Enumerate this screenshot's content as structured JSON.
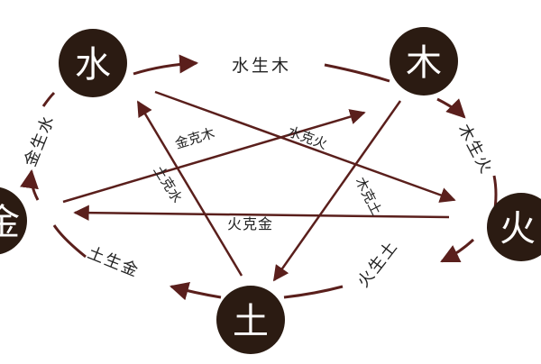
{
  "elements": {
    "water": "水",
    "wood": "木",
    "fire": "火",
    "earth": "土",
    "metal": "金"
  },
  "generating": {
    "water_wood": "水生木",
    "wood_fire": "木生火",
    "fire_earth": "火生土",
    "earth_metal": "土生金",
    "metal_water": "金生水"
  },
  "controlling": {
    "metal_wood": "金克木",
    "water_fire": "水克火",
    "wood_earth": "木克土",
    "earth_water": "土克水",
    "fire_metal": "火克金"
  },
  "colors": {
    "circle_fill": "#2b1b12",
    "element_text": "#ffffff",
    "arrow": "#5a1f1c",
    "label": "#222222"
  }
}
